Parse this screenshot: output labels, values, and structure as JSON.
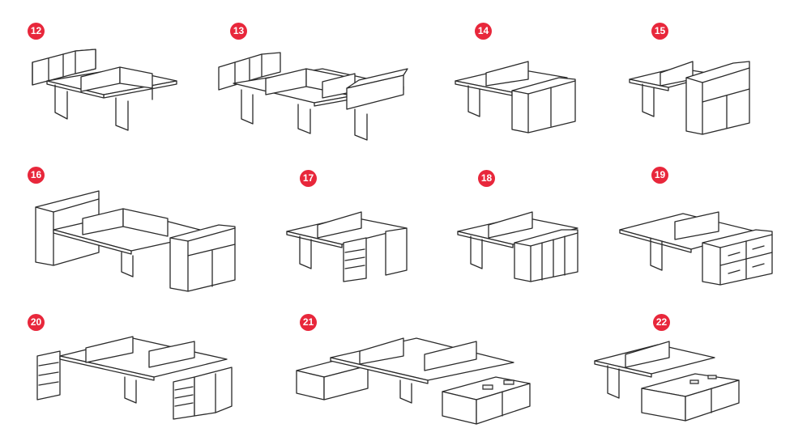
{
  "colors": {
    "badge": "#e8273b",
    "line": "#2a2a2a",
    "background": "#ffffff"
  },
  "configurations": [
    {
      "number": "12"
    },
    {
      "number": "13"
    },
    {
      "number": "14"
    },
    {
      "number": "15"
    },
    {
      "number": "16"
    },
    {
      "number": "17"
    },
    {
      "number": "18"
    },
    {
      "number": "19"
    },
    {
      "number": "20"
    },
    {
      "number": "21"
    },
    {
      "number": "22"
    }
  ]
}
